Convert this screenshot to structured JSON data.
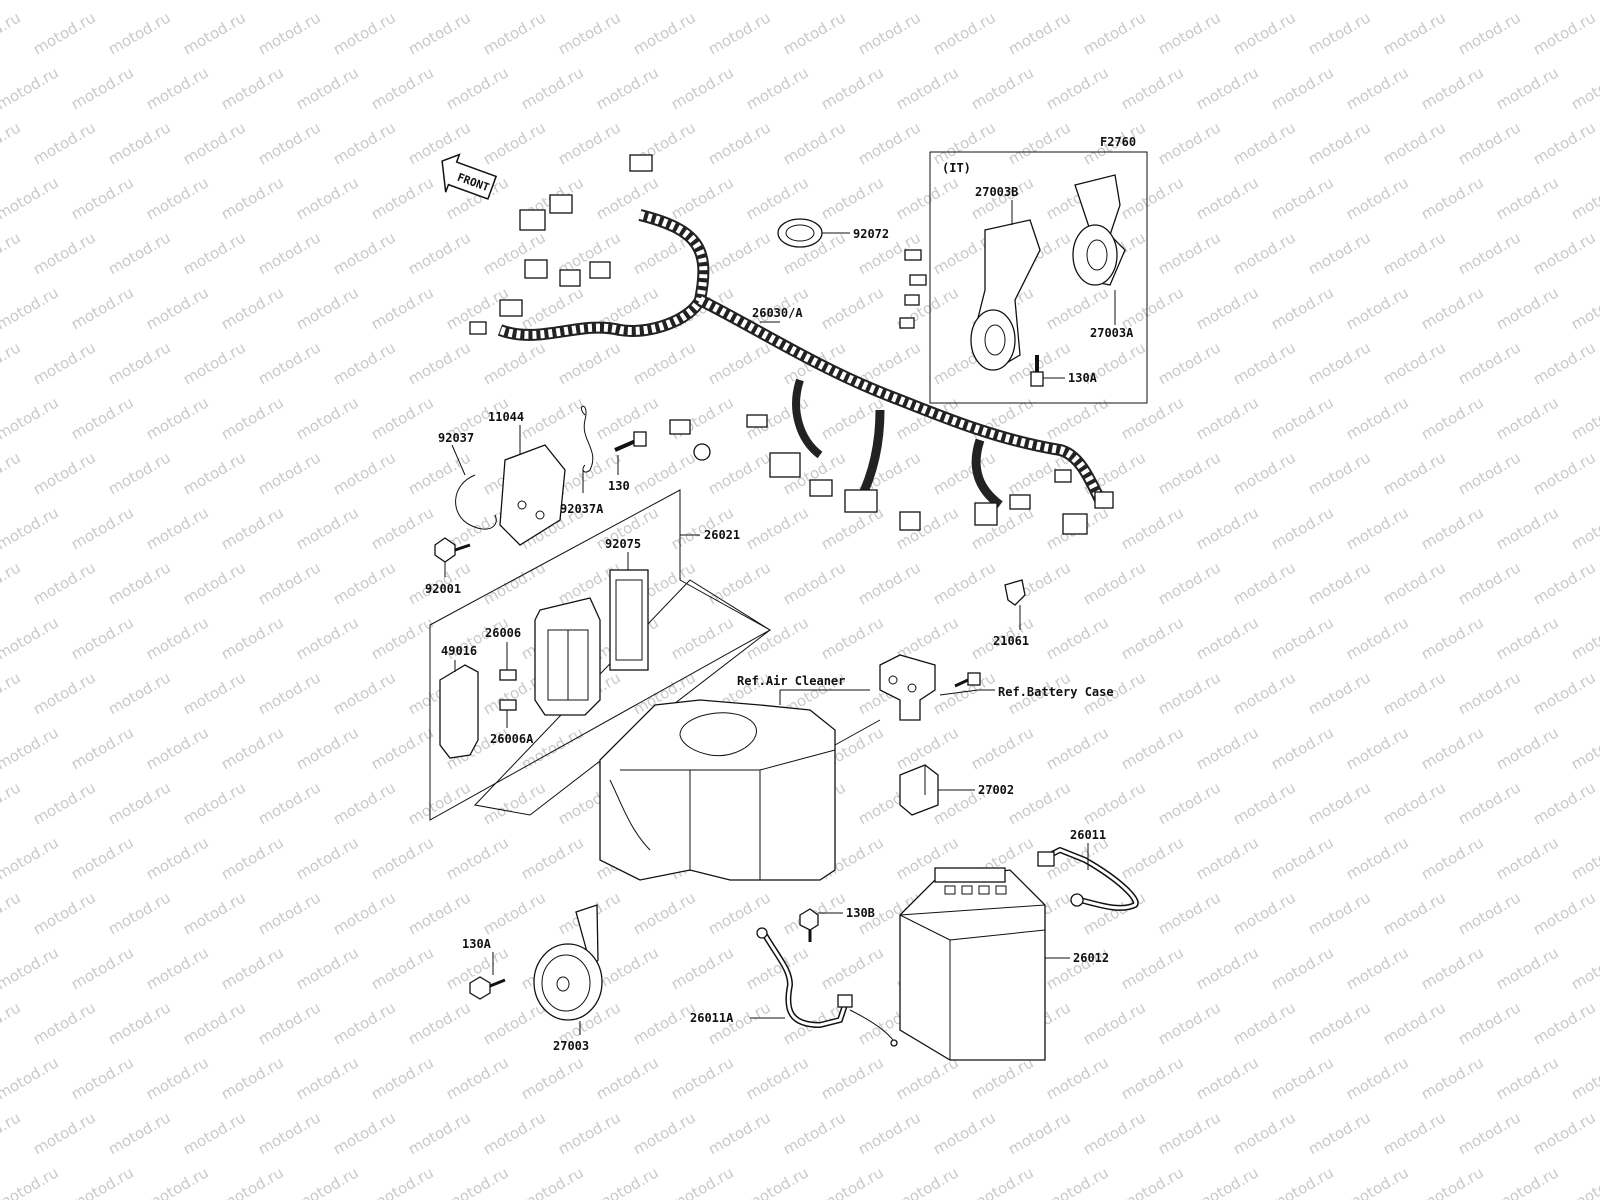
{
  "figure_code": "F2760",
  "inset_label": "(IT)",
  "front_arrow": "FRONT",
  "watermark": "motod.ru",
  "parts": {
    "p92072": "92072",
    "p26030A": "26030/A",
    "p27003B": "27003B",
    "p27003A": "27003A",
    "p130A_top": "130A",
    "p11044": "11044",
    "p92037": "92037",
    "p130": "130",
    "p92037A": "92037A",
    "p26021": "26021",
    "p92075": "92075",
    "p92001": "92001",
    "p26006": "26006",
    "p49016": "49016",
    "p26006A": "26006A",
    "p21061": "21061",
    "p27002": "27002",
    "p26011": "26011",
    "p130B": "130B",
    "p130A_bottom": "130A",
    "p26012": "26012",
    "p26011A": "26011A",
    "p27003": "27003"
  },
  "refs": {
    "air_cleaner": "Ref.Air Cleaner",
    "battery_case": "Ref.Battery Case"
  }
}
